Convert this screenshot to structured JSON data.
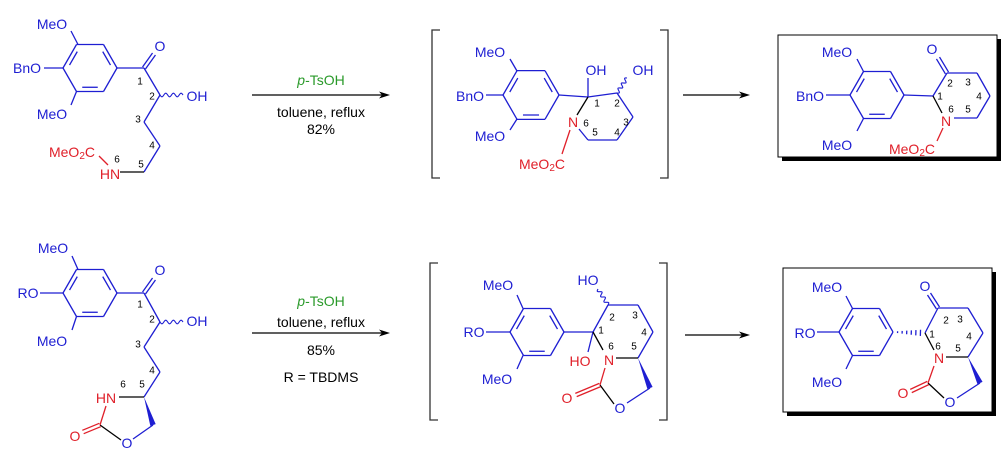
{
  "colors": {
    "blue": "#1e1ed2",
    "red": "#e0202a",
    "green": "#2a9a2a",
    "black": "#000000"
  },
  "scheme1": {
    "start": {
      "meo_top": "MeO",
      "bno": "BnO",
      "meo_bot": "MeO",
      "o_ketone": "O",
      "oh": "OH",
      "ester_a": "MeO",
      "ester_sub": "2",
      "ester_c": "C",
      "hn": "HN",
      "nums": [
        "1",
        "2",
        "3",
        "4",
        "5",
        "6"
      ]
    },
    "conditions": {
      "p": "p",
      "reagent": "-TsOH",
      "solvent": "toluene, reflux",
      "yield": "82%"
    },
    "intermediate": {
      "meo_top": "MeO",
      "bno": "BnO",
      "meo_bot": "MeO",
      "oh1": "OH",
      "oh2": "OH",
      "n": "N",
      "ester_a": "MeO",
      "ester_sub": "2",
      "ester_c": "C",
      "nums": [
        "1",
        "2",
        "3",
        "4",
        "5",
        "6"
      ]
    },
    "product": {
      "meo_top": "MeO",
      "bno": "BnO",
      "meo_bot": "MeO",
      "o_ketone": "O",
      "n": "N",
      "ester_a": "MeO",
      "ester_sub": "2",
      "ester_c": "C",
      "nums": [
        "1",
        "2",
        "3",
        "4",
        "5",
        "6"
      ]
    }
  },
  "scheme2": {
    "start": {
      "meo_top": "MeO",
      "ro": "RO",
      "meo_bot": "MeO",
      "o_ketone": "O",
      "oh": "OH",
      "hn": "HN",
      "o_carbonyl": "O",
      "o_ring": "O",
      "nums": [
        "1",
        "2",
        "3",
        "4",
        "5",
        "6"
      ]
    },
    "conditions": {
      "p": "p",
      "reagent": "-TsOH",
      "solvent": "toluene, reflux",
      "yield": "85%",
      "r_def": "R = TBDMS"
    },
    "intermediate": {
      "meo_top": "MeO",
      "ro": "RO",
      "meo_bot": "MeO",
      "ho1": "HO",
      "ho2": "HO",
      "n": "N",
      "o_carbonyl": "O",
      "o_ring": "O",
      "nums": [
        "1",
        "2",
        "3",
        "4",
        "5",
        "6"
      ]
    },
    "product": {
      "meo_top": "MeO",
      "ro": "RO",
      "meo_bot": "MeO",
      "o_ketone": "O",
      "n": "N",
      "o_carbonyl": "O",
      "o_ring": "O",
      "nums": [
        "1",
        "2",
        "3",
        "4",
        "5",
        "6"
      ]
    }
  }
}
